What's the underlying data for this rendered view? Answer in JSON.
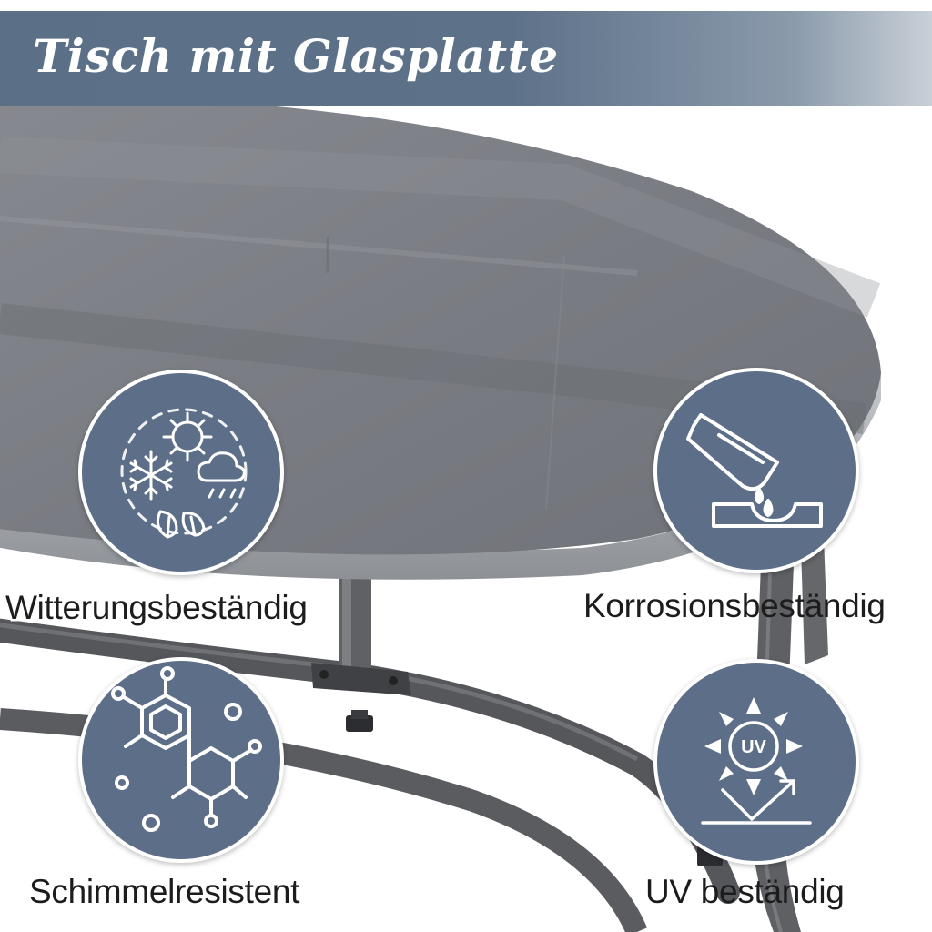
{
  "banner": {
    "title": "Tisch mit Glasplatte"
  },
  "features": [
    {
      "label": "Witterungsbeständig",
      "icon": "weather-icon"
    },
    {
      "label": "Korrosionsbeständig",
      "icon": "corrosion-icon"
    },
    {
      "label": "Schimmelresistent",
      "icon": "molecule-icon"
    },
    {
      "label": "UV beständig",
      "icon": "uv-icon",
      "icon_text": "UV"
    }
  ],
  "colors": {
    "badge": "#5d6f88",
    "banner": "#5b6f87",
    "glass": "#7b7e84",
    "frame": "#55575b",
    "text": "#1c1c1c"
  }
}
